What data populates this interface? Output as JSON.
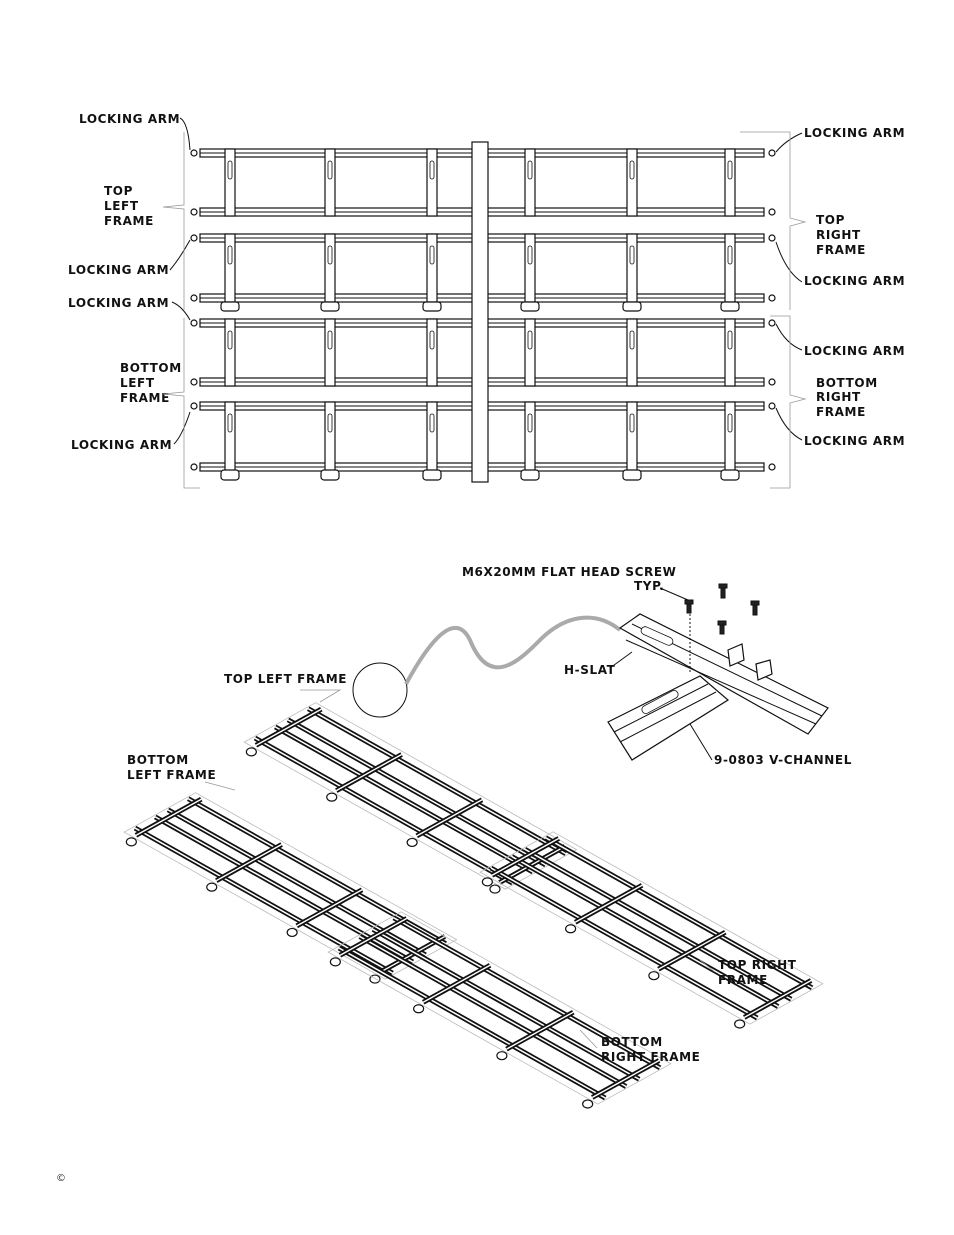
{
  "top_view": {
    "labels": {
      "locking_arm_1": "LOCKING ARM",
      "locking_arm_2": "LOCKING ARM",
      "locking_arm_3": "LOCKING ARM",
      "locking_arm_4": "LOCKING ARM",
      "locking_arm_5": "LOCKING ARM",
      "locking_arm_6": "LOCKING ARM",
      "locking_arm_7": "LOCKING ARM",
      "locking_arm_8": "LOCKING ARM",
      "top_left_frame": [
        "TOP",
        "LEFT",
        "FRAME"
      ],
      "top_right_frame": [
        "TOP",
        "RIGHT",
        "FRAME"
      ],
      "bottom_left_frame": [
        "BOTTOM",
        "LEFT",
        "FRAME"
      ],
      "bottom_right_frame": [
        "BOTTOM",
        "RIGHT",
        "FRAME"
      ]
    }
  },
  "iso_view": {
    "labels": {
      "screw": "M6X20MM FLAT HEAD SCREW",
      "screw_typ": "TYP.",
      "h_slat": "H-SLAT",
      "v_channel": "9-0803 V-CHANNEL",
      "top_left_frame": "TOP LEFT FRAME",
      "bottom_left_frame": [
        "BOTTOM",
        "LEFT FRAME"
      ],
      "top_right_frame": [
        "TOP RIGHT",
        "FRAME"
      ],
      "bottom_right_frame": [
        "BOTTOM",
        "RIGHT FRAME"
      ]
    }
  },
  "footer": {
    "copyright": "©"
  }
}
